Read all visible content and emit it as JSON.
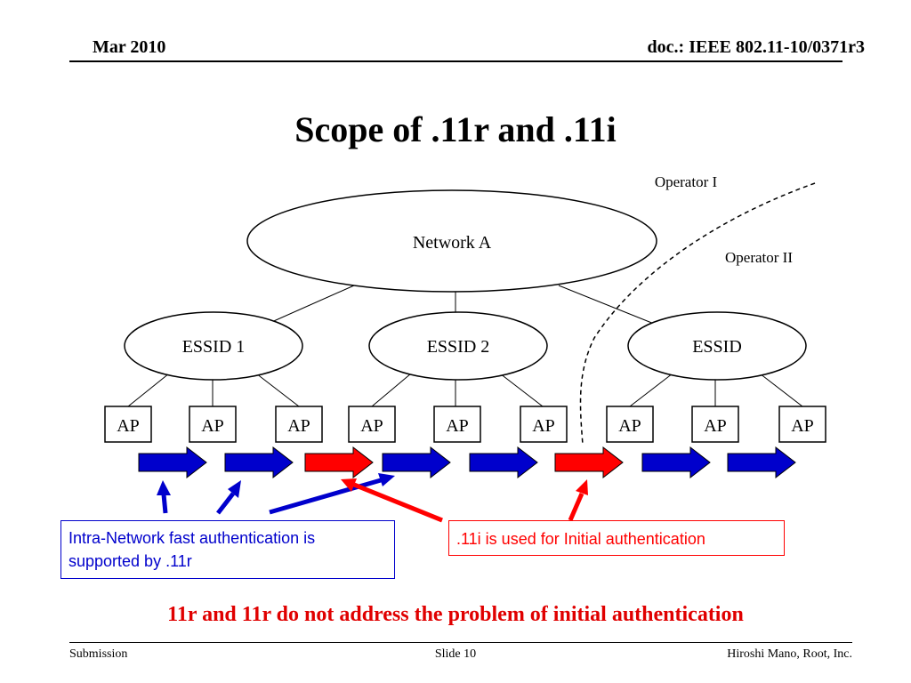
{
  "header": {
    "date": "Mar 2010",
    "doc_id": "doc.: IEEE 802.11-10/0371r3"
  },
  "title": "Scope of .11r and .11i",
  "diagram": {
    "operator_1": "Operator I",
    "operator_2": "Operator II",
    "network": "Network A",
    "essids": [
      "ESSID 1",
      "ESSID 2",
      "ESSID"
    ],
    "ap_label": "AP",
    "arrows": [
      {
        "color": "#0000cc"
      },
      {
        "color": "#0000cc"
      },
      {
        "color": "#ff0000"
      },
      {
        "color": "#0000cc"
      },
      {
        "color": "#0000cc"
      },
      {
        "color": "#ff0000"
      },
      {
        "color": "#0000cc"
      },
      {
        "color": "#0000cc"
      }
    ]
  },
  "callouts": {
    "intra_network": "Intra-Network fast authentication is supported by .11r",
    "initial_auth": ".11i is used for Initial authentication"
  },
  "bottom_note": "11r and 11r do not address the problem of initial authentication",
  "footer": {
    "left": "Submission",
    "center": "Slide 10",
    "right": "Hiroshi Mano, Root, Inc."
  },
  "colors": {
    "blue": "#0000cc",
    "red": "#ff0000",
    "note_red": "#e00000"
  }
}
